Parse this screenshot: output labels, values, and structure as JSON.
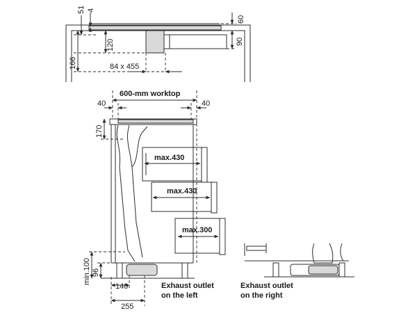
{
  "top_view": {
    "dim_51": "51",
    "dim_4": "4",
    "dim_60": "60",
    "dim_120": "120",
    "dim_90": "90",
    "dim_166": "166",
    "cutout": "84 x 455"
  },
  "side_view": {
    "worktop": "600-mm worktop",
    "dim_40_left": "40",
    "dim_40_right": "40",
    "dim_170": "170",
    "drawer_1": "max.430",
    "drawer_2": "max.430",
    "drawer_3": "max.300",
    "min_100": "min.100",
    "dim_96": "96",
    "dim_140": "140",
    "dim_255": "255",
    "caption_left_1": "Exhaust outlet",
    "caption_left_2": "on the left"
  },
  "right_view": {
    "caption_right_1": "Exhaust outlet",
    "caption_right_2": "on the right"
  }
}
